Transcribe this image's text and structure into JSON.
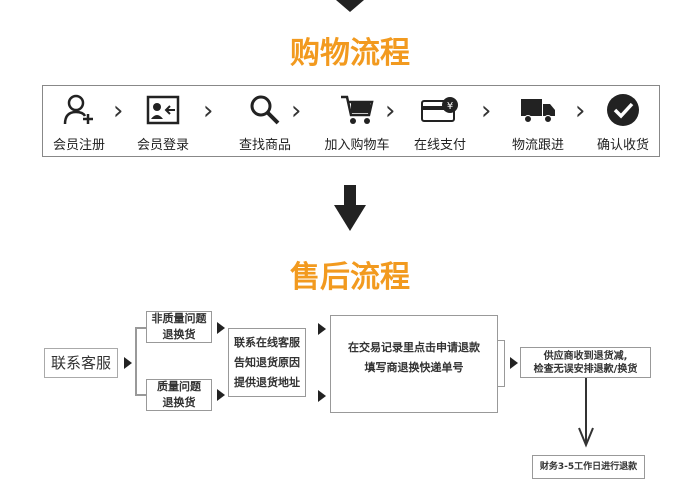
{
  "accent": "#f29a1f",
  "purchase": {
    "title": "购物流程",
    "steps": [
      {
        "label": "会员注册",
        "icon": "user-add-icon"
      },
      {
        "label": "会员登录",
        "icon": "login-card-icon"
      },
      {
        "label": "查找商品",
        "icon": "search-icon"
      },
      {
        "label": "加入购物车",
        "icon": "cart-icon"
      },
      {
        "label": "在线支付",
        "icon": "payment-card-icon"
      },
      {
        "label": "物流跟进",
        "icon": "truck-icon"
      },
      {
        "label": "确认收货",
        "icon": "check-circle-icon"
      }
    ]
  },
  "aftersale": {
    "title": "售后流程",
    "contact": "联系客服",
    "non_quality": [
      "非质量问题",
      "退换货"
    ],
    "quality": [
      "质量问题",
      "退换货"
    ],
    "online": [
      "联系在线客服",
      "告知退货原因",
      "提供退货地址"
    ],
    "apply": [
      "在交易记录里点击申请退款",
      "填写商退换快递单号"
    ],
    "supplier": [
      "供应商收到退货减,",
      "检查无误安排退款/换货"
    ],
    "finance": "财务3-5工作日进行退款"
  }
}
